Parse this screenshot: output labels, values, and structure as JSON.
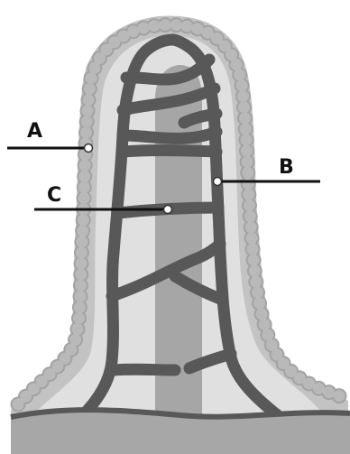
{
  "diagram": {
    "labels": {
      "a": "A",
      "b": "B",
      "c": "C"
    },
    "colors": {
      "background": "#ffffff",
      "epithelium_cell": "#b9b9b9",
      "epithelium_cell_edge": "#a3a3a3",
      "interior": "#e0e0e0",
      "lacteal": "#a6a6a6",
      "capillary": "#585858",
      "base": "#a7a7a7",
      "pointer_line": "#111111",
      "marker": "#ffffff"
    }
  }
}
